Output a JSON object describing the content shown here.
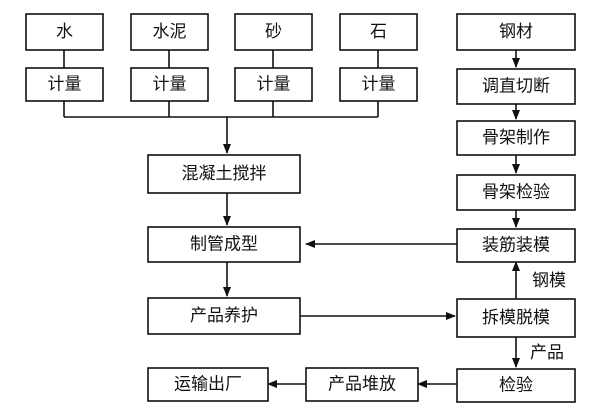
{
  "diagram": {
    "nodes": {
      "water": "水",
      "cement": "水泥",
      "sand": "砂",
      "stone": "石",
      "measure_water": "计量",
      "measure_cement": "计量",
      "measure_sand": "计量",
      "measure_stone": "计量",
      "mixing": "混凝土搅拌",
      "pipe_forming": "制管成型",
      "product_curing": "产品养护",
      "shipping": "运输出厂",
      "product_stacking": "产品堆放",
      "steel": "钢材",
      "straighten_cut": "调直切断",
      "cage_making": "骨架制作",
      "cage_inspection": "骨架检验",
      "rebar_mold_assembly": "装筋装模",
      "demold": "拆模脱模",
      "inspection": "检验"
    },
    "edge_labels": {
      "steel_mold": "钢模",
      "product": "产品"
    }
  }
}
